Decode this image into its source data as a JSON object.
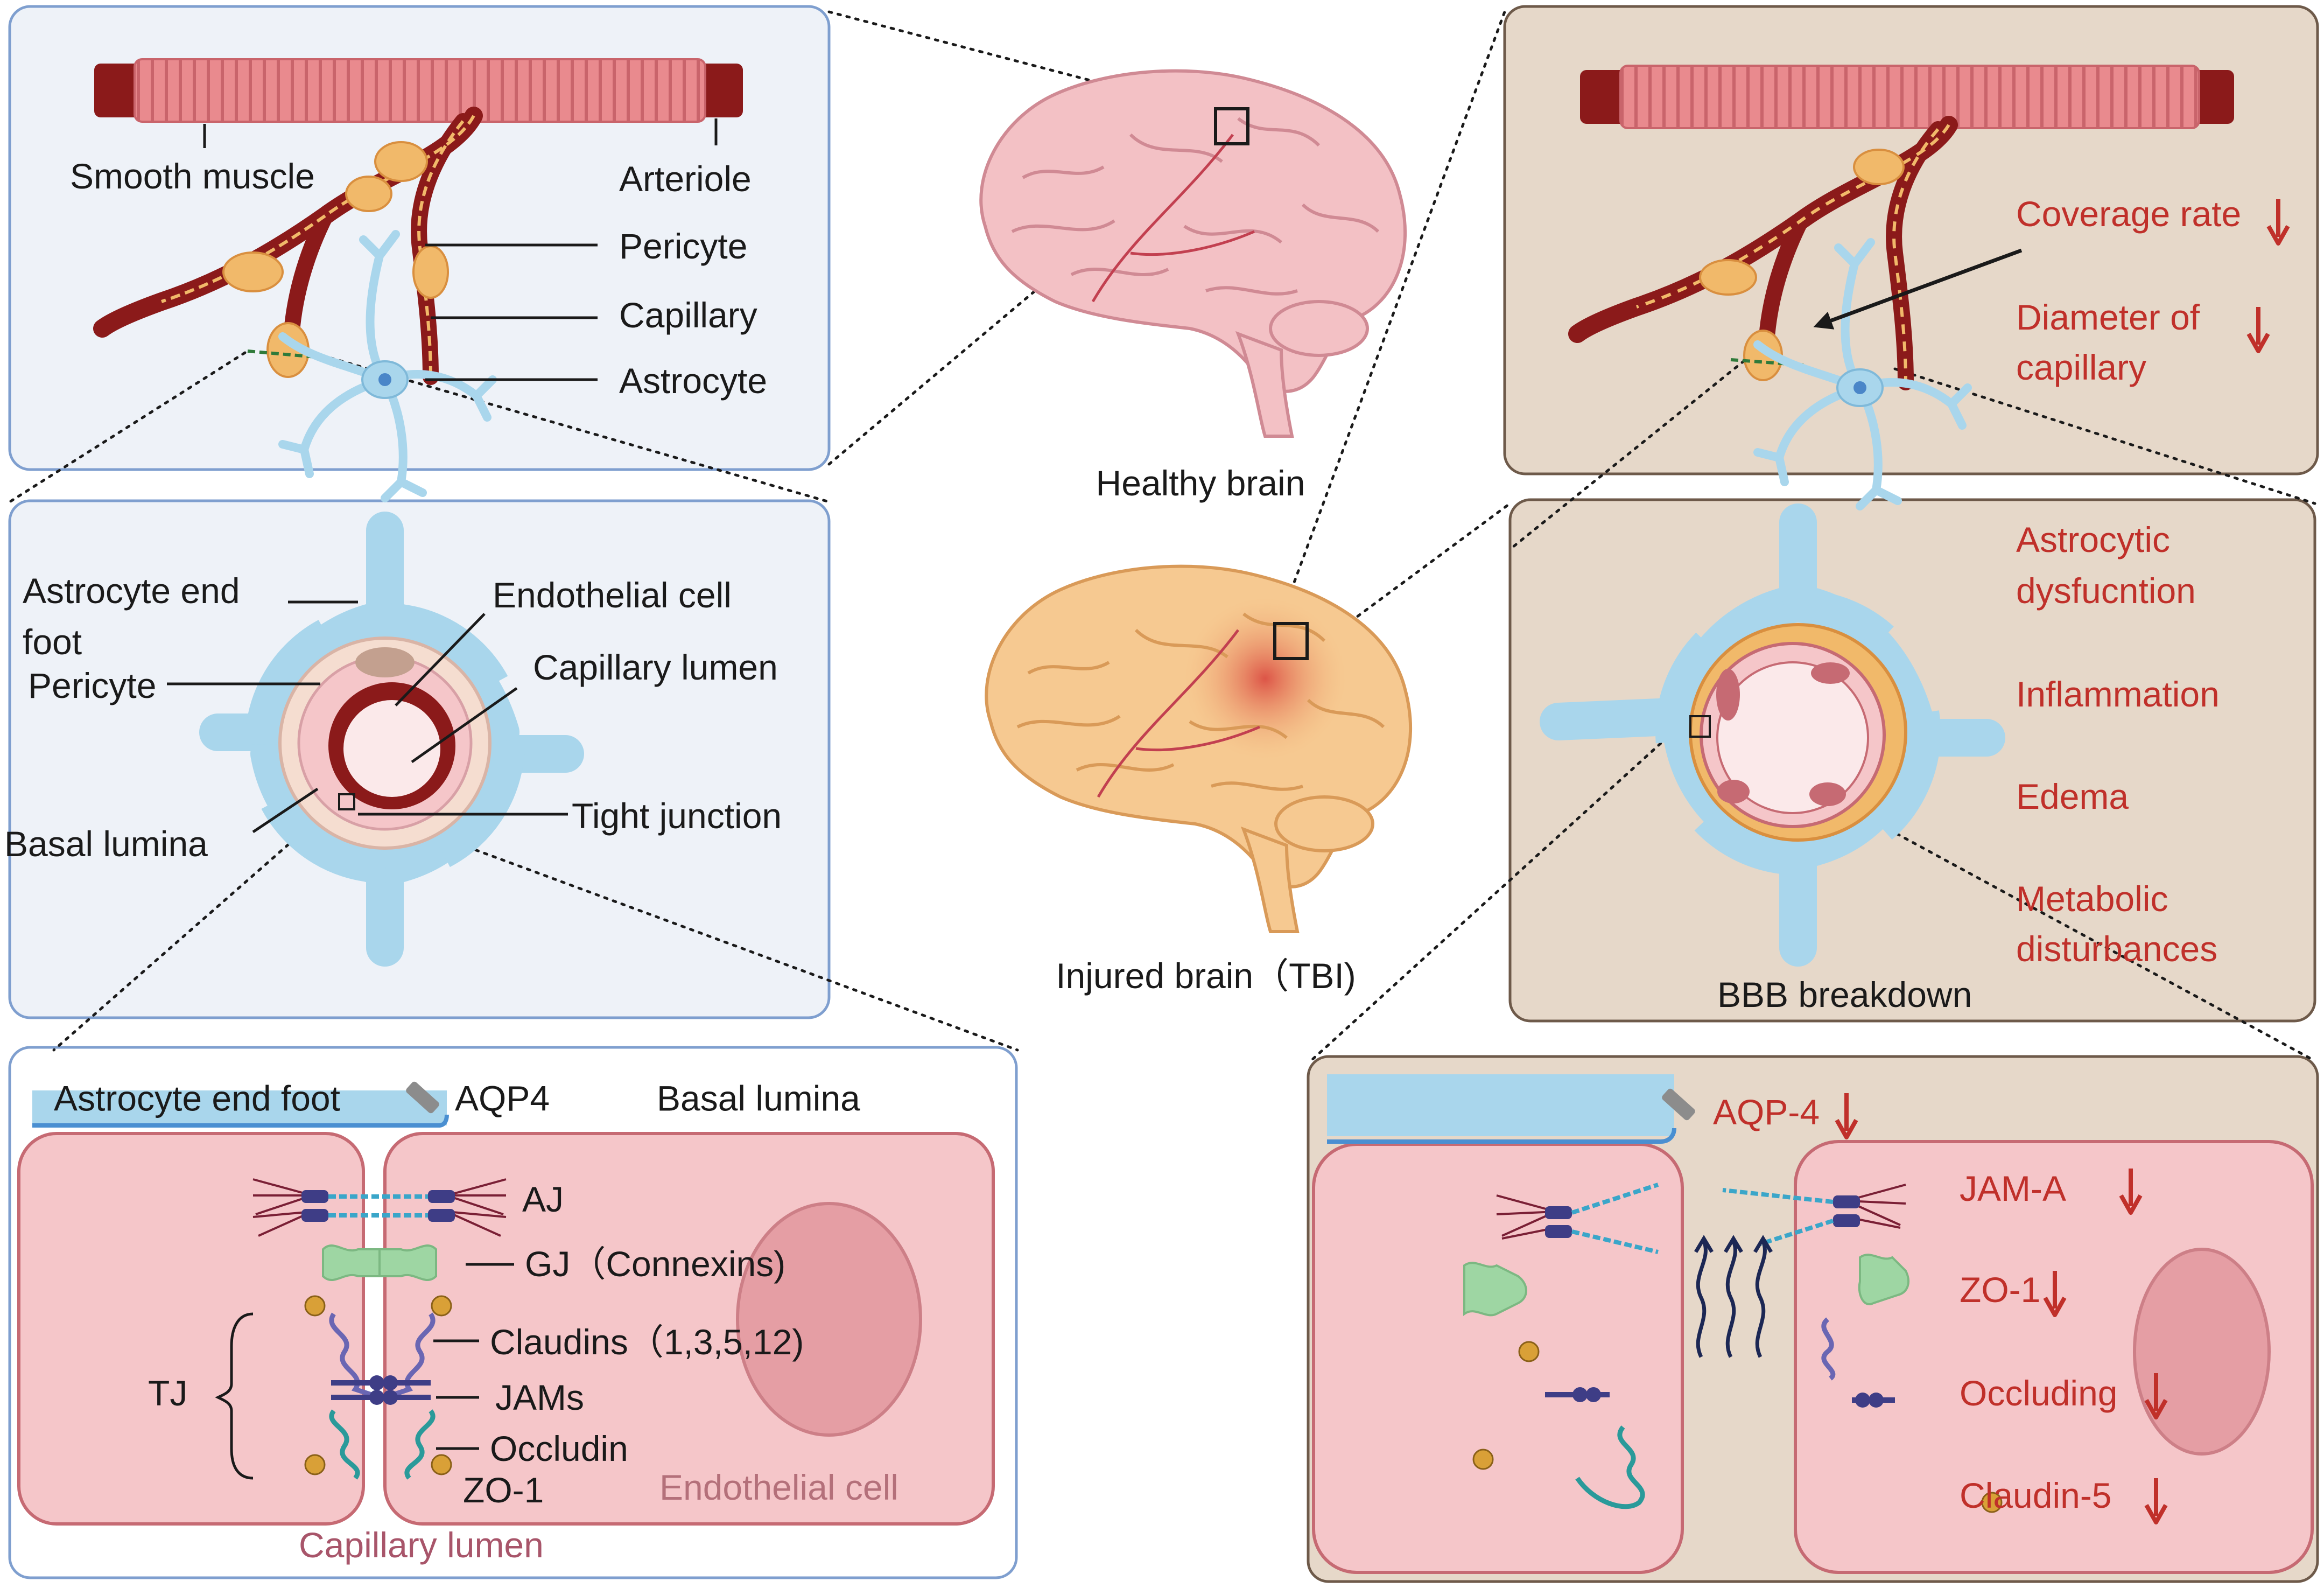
{
  "colors": {
    "healthy_panel_fill": "#eef2f8",
    "healthy_panel_stroke": "#7f9fcf",
    "injured_panel_fill": "#e6d8c9",
    "injured_panel_stroke": "#6e5a4a",
    "vessel": "#8b1a1a",
    "arteriole_pink": "#e98a8e",
    "pericyte_orange": "#f1b96a",
    "astrocyte_blue": "#a9d6ec",
    "cell_pink": "#f5c6c9",
    "cell_border": "#c66a73",
    "nucleus": "#e59ea4",
    "junction_purple": "#3e3d86",
    "gap_green": "#9ed6a3",
    "zo1_gold": "#d9a037",
    "label_red": "#c0302a"
  },
  "healthy_vessel": {
    "labels": {
      "smooth_muscle": "Smooth muscle",
      "arteriole": "Arteriole",
      "pericyte": "Pericyte",
      "capillary": "Capillary",
      "astrocyte": "Astrocyte"
    }
  },
  "healthy_cross_section": {
    "labels": {
      "astrocyte_end_foot_1": "Astrocyte end",
      "astrocyte_end_foot_2": "foot",
      "pericyte": "Pericyte",
      "endothelial_cell": "Endothelial cell",
      "capillary_lumen": "Capillary lumen",
      "basal_lumina": "Basal lumina",
      "tight_junction": "Tight junction"
    }
  },
  "healthy_junction": {
    "labels": {
      "astrocyte_end_foot": "Astrocyte end foot",
      "aqp4": "AQP4",
      "basal_lumina": "Basal lumina",
      "aj": "AJ",
      "gj": "GJ（Connexins)",
      "claudins": "Claudins（1,3,5,12)",
      "jams": "JAMs",
      "occludin": "Occludin",
      "zo1": "ZO-1",
      "tj": "TJ",
      "endothelial_cell": "Endothelial cell",
      "capillary_lumen": "Capillary lumen"
    }
  },
  "brains": {
    "healthy_label": "Healthy brain",
    "injured_label": "Injured brain（TBI)"
  },
  "injured_vessel": {
    "labels": {
      "coverage_rate": "Coverage rate",
      "diameter_1": "Diameter of",
      "diameter_2": "capillary"
    }
  },
  "injured_cross_section": {
    "labels": {
      "astrocytic_1": "Astrocytic",
      "astrocytic_2": "dysfucntion",
      "inflammation": "Inflammation",
      "edema": "Edema",
      "metabolic_1": "Metabolic",
      "metabolic_2": "disturbances",
      "bbb_breakdown": "BBB   breakdown"
    }
  },
  "injured_junction": {
    "labels": {
      "aqp4": "AQP-4",
      "jam_a": "JAM-A",
      "zo1": "ZO-1",
      "occluding": "Occluding",
      "claudin5": "Claudin-5"
    }
  }
}
